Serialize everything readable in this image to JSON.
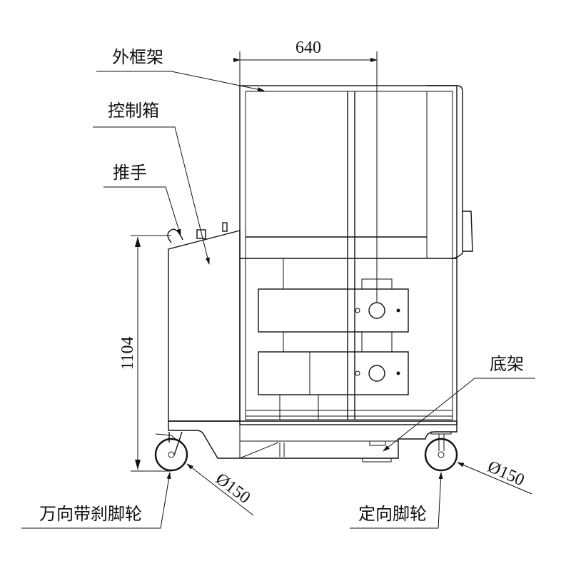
{
  "labels": {
    "outer_frame": "外框架",
    "control_box": "控制箱",
    "push_handle": "推手",
    "base_frame": "底架",
    "swivel_brake_caster": "万向带刹脚轮",
    "fixed_caster": "定向脚轮"
  },
  "dimensions": {
    "width": "640",
    "height": "1104",
    "left_wheel_diameter": "Ø150",
    "right_wheel_diameter": "Ø150"
  }
}
